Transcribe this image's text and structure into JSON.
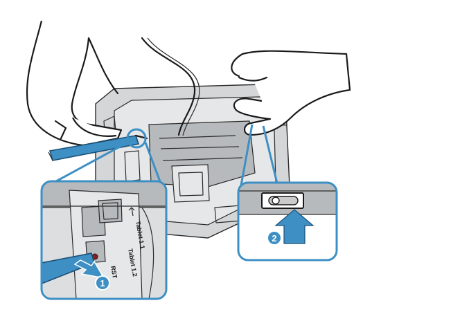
{
  "steps": {
    "step1": {
      "number": "1"
    },
    "step2": {
      "number": "2"
    }
  },
  "callout1": {
    "port_labels": [
      "RST",
      "Tablet 1.1",
      "Tablet 1.2"
    ]
  },
  "colors": {
    "accent": "#3d8fc4",
    "device": "#d4d6d8",
    "outline": "#1a1a1a"
  },
  "icons": {
    "arrow": "arrow-pointer-icon",
    "usb": "usb-icon",
    "pin": "reset-pin-tool"
  }
}
